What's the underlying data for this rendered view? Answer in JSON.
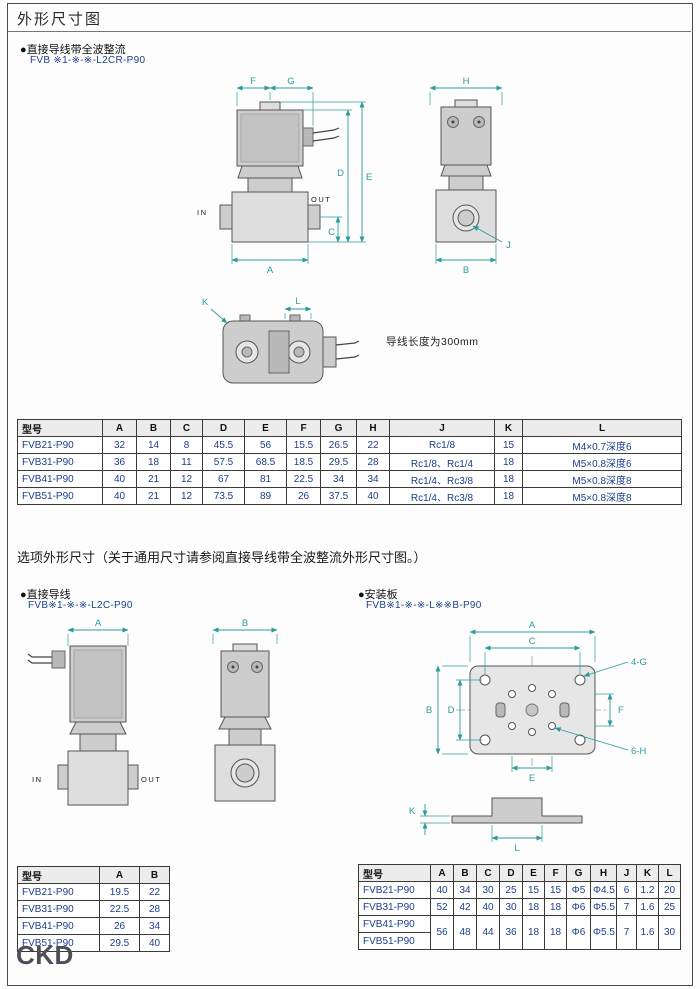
{
  "colors": {
    "dimension_line": "#2e9b9b",
    "table_value_text": "#1d3d8c",
    "body_fill": "#cdcdcd"
  },
  "page": {
    "title": "外形尺寸图",
    "logo": "CKD"
  },
  "main_section": {
    "bullet": "●直接导线带全波整流",
    "model_code": "FVB ※1-※-※-L2CR-P90",
    "wire_note": "导线长度为300mm"
  },
  "option_section": {
    "heading": "选项外形尺寸（关于通用尺寸请参阅直接导线带全波整流外形尺寸图。）",
    "direct_lead": {
      "bullet": "●直接导线",
      "model_code": "FVB※1-※-※-L2C-P90"
    },
    "mounting_plate": {
      "bullet": "●安装板",
      "model_code": "FVB※1-※-※-L※※B-P90"
    }
  },
  "dims": {
    "A": "A",
    "B": "B",
    "C": "C",
    "D": "D",
    "E": "E",
    "F": "F",
    "G": "G",
    "H": "H",
    "J": "J",
    "K": "K",
    "L": "L",
    "in": "IN",
    "out": "OUT",
    "four_g": "4-G",
    "six_h": "6-H"
  },
  "tables": {
    "main": {
      "headers": [
        "型号",
        "A",
        "B",
        "C",
        "D",
        "E",
        "F",
        "G",
        "H",
        "J",
        "K",
        "L"
      ],
      "rows": [
        [
          "FVB21-P90",
          "32",
          "14",
          "8",
          "45.5",
          "56",
          "15.5",
          "26.5",
          "22",
          "Rc1/8",
          "15",
          "M4×0.7深度6"
        ],
        [
          "FVB31-P90",
          "36",
          "18",
          "11",
          "57.5",
          "68.5",
          "18.5",
          "29.5",
          "28",
          "Rc1/8、Rc1/4",
          "18",
          "M5×0.8深度6"
        ],
        [
          "FVB41-P90",
          "40",
          "21",
          "12",
          "67",
          "81",
          "22.5",
          "34",
          "34",
          "Rc1/4、Rc3/8",
          "18",
          "M5×0.8深度8"
        ],
        [
          "FVB51-P90",
          "40",
          "21",
          "12",
          "73.5",
          "89",
          "26",
          "37.5",
          "40",
          "Rc1/4、Rc3/8",
          "18",
          "M5×0.8深度8"
        ]
      ]
    },
    "direct_lead": {
      "headers": [
        "型号",
        "A",
        "B"
      ],
      "rows": [
        [
          "FVB21-P90",
          "19.5",
          "22"
        ],
        [
          "FVB31-P90",
          "22.5",
          "28"
        ],
        [
          "FVB41-P90",
          "26",
          "34"
        ],
        [
          "FVB51-P90",
          "29.5",
          "40"
        ]
      ]
    },
    "mounting_plate": {
      "headers": [
        "型号",
        "A",
        "B",
        "C",
        "D",
        "E",
        "F",
        "G",
        "H",
        "J",
        "K",
        "L"
      ],
      "rows": [
        [
          "FVB21-P90",
          "40",
          "34",
          "30",
          "25",
          "15",
          "15",
          "Φ5",
          "Φ4.5",
          "6",
          "1.2",
          "20"
        ],
        [
          "FVB31-P90",
          "52",
          "42",
          "40",
          "30",
          "18",
          "18",
          "Φ6",
          "Φ5.5",
          "7",
          "1.6",
          "25"
        ],
        [
          "FVB41-P90",
          {
            "t": "56",
            "rs": 2
          },
          {
            "t": "48",
            "rs": 2
          },
          {
            "t": "44",
            "rs": 2
          },
          {
            "t": "36",
            "rs": 2
          },
          {
            "t": "18",
            "rs": 2
          },
          {
            "t": "18",
            "rs": 2
          },
          {
            "t": "Φ6",
            "rs": 2
          },
          {
            "t": "Φ5.5",
            "rs": 2
          },
          {
            "t": "7",
            "rs": 2
          },
          {
            "t": "1.6",
            "rs": 2
          },
          {
            "t": "30",
            "rs": 2
          }
        ],
        [
          "FVB51-P90"
        ]
      ]
    }
  }
}
